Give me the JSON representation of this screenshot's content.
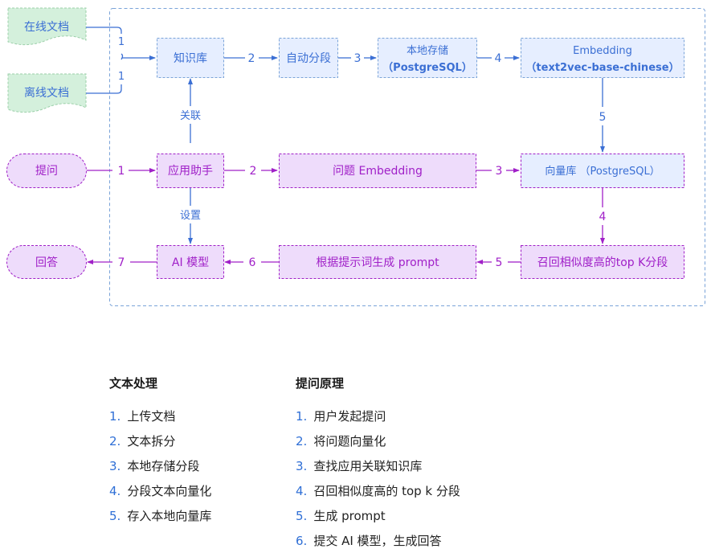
{
  "colors": {
    "blue": "#3b6fd4",
    "blue_fill": "#e6eeff",
    "purple": "#a020c8",
    "purple_fill": "#eedcfb",
    "green_fill": "#d4f0dc",
    "green_stroke": "#9bcfa9",
    "container_stroke": "#7aa3d8"
  },
  "diagram": {
    "docs": {
      "online": "在线文档",
      "offline": "离线文档"
    },
    "nodes": {
      "knowledge_base": "知识库",
      "auto_segment": "自动分段",
      "local_storage_line1": "本地存储",
      "local_storage_line2": "（PostgreSQL）",
      "embedding_line1": "Embedding",
      "embedding_line2": "（text2vec-base-chinese）",
      "ask": "提问",
      "app_assistant": "应用助手",
      "question_embedding": "问题 Embedding",
      "vector_db": "向量库 （PostgreSQL）",
      "answer": "回答",
      "ai_model": "AI 模型",
      "prompt_gen": "根据提示词生成 prompt",
      "recall_topk": "召回相似度高的top K分段"
    },
    "edge_labels": {
      "online_to_kb": "1",
      "offline_to_kb": "1",
      "kb_to_segment": "2",
      "segment_to_storage": "3",
      "storage_to_embedding": "4",
      "embedding_to_vector": "5",
      "assistant_to_kb": "关联",
      "assistant_to_model": "设置",
      "ask_to_assistant": "1",
      "assistant_to_qemb": "2",
      "qemb_to_vector": "3",
      "vector_to_recall": "4",
      "recall_to_prompt": "5",
      "prompt_to_model": "6",
      "model_to_answer": "7"
    }
  },
  "text_processing": {
    "title": "文本处理",
    "items": [
      {
        "num": "1.",
        "text": "上传文档"
      },
      {
        "num": "2.",
        "text": "文本拆分"
      },
      {
        "num": "3.",
        "text": "本地存储分段"
      },
      {
        "num": "4.",
        "text": "分段文本向量化"
      },
      {
        "num": "5.",
        "text": "存入本地向量库"
      }
    ]
  },
  "qa_principle": {
    "title": "提问原理",
    "items": [
      {
        "num": "1.",
        "text": "用户发起提问"
      },
      {
        "num": "2.",
        "text": "将问题向量化"
      },
      {
        "num": "3.",
        "text": "查找应用关联知识库"
      },
      {
        "num": "4.",
        "text": "召回相似度高的 top k 分段"
      },
      {
        "num": "5.",
        "text": "生成 prompt"
      },
      {
        "num": "6.",
        "text": "提交 AI 模型，生成回答"
      }
    ]
  }
}
